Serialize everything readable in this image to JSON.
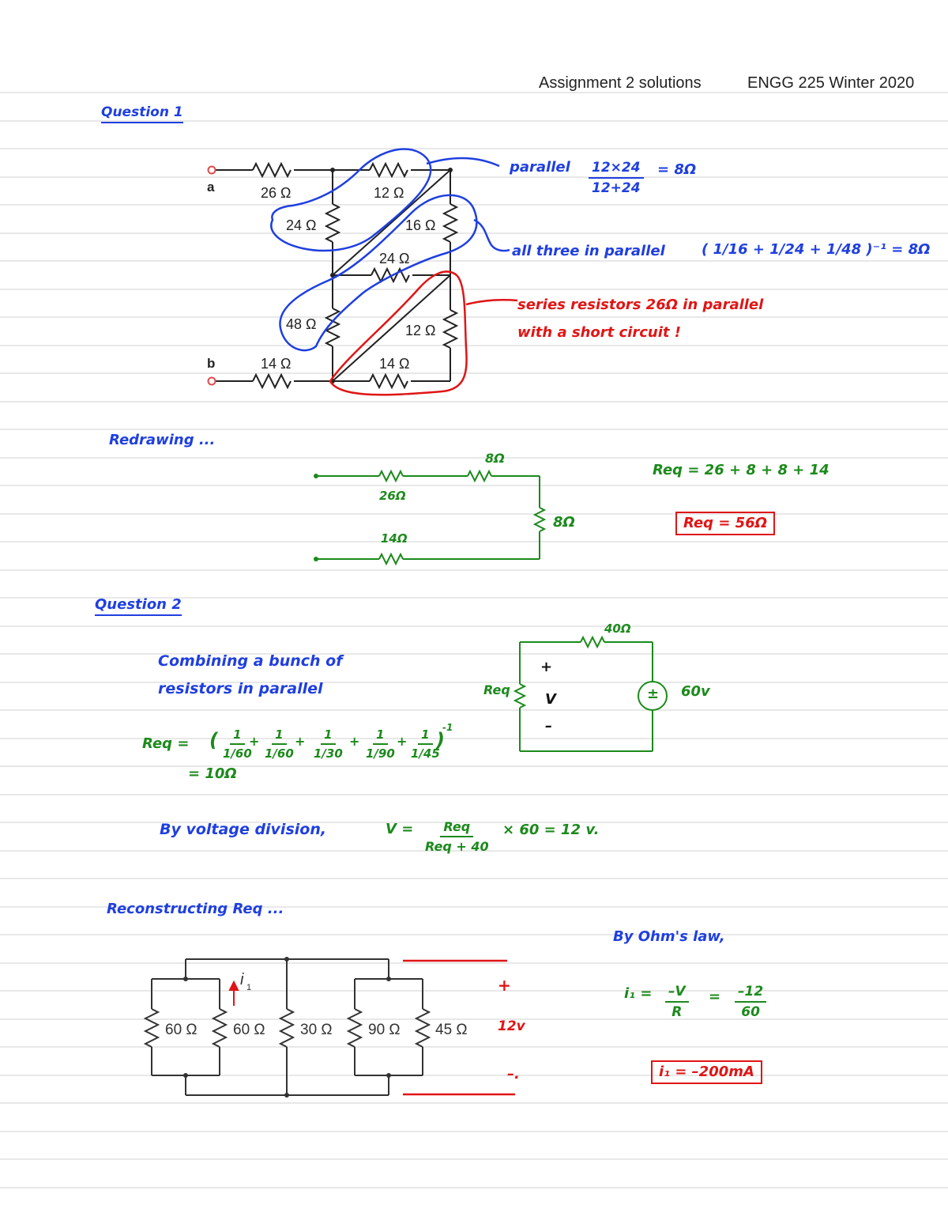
{
  "header": {
    "assignment": "Assignment 2 solutions",
    "course": "ENGG 225 Winter 2020"
  },
  "question1": {
    "title": "Question 1",
    "figure": {
      "node_a": "a",
      "node_b": "b",
      "r26": "26 Ω",
      "r12_top": "12 Ω",
      "r24_left": "24 Ω",
      "r16": "16 Ω",
      "r24_mid": "24 Ω",
      "r48": "48 Ω",
      "r12_right": "12 Ω",
      "r14_left": "14 Ω",
      "r14_right": "14 Ω"
    },
    "note_parallel": "parallel",
    "note_parallel_num": "12×24",
    "note_parallel_den": "12+24",
    "note_parallel_result": "=   8Ω",
    "note_three": "all three in parallel",
    "note_three_expr": "( 1/16 + 1/24 + 1/48 )⁻¹ = 8Ω",
    "note_series_1": "series resistors 26Ω in parallel",
    "note_series_2": "with a short circuit !",
    "redrawing": "Redrawing ...",
    "redraw_r26": "26Ω",
    "redraw_r8_top": "8Ω",
    "redraw_r8_right": "8Ω",
    "redraw_r14": "14Ω",
    "req_sum": "Req = 26 + 8 + 8 + 14",
    "req_result": "Req = 56Ω"
  },
  "question2": {
    "title": "Question 2",
    "combine_1": "Combining a bunch of",
    "combine_2": "resistors in parallel",
    "req_expr_label": "Req =",
    "req_expr_terms": [
      "1/60",
      "1/60",
      "1/30",
      "1/90",
      "1/45"
    ],
    "req_expr_exp": "-1",
    "req_equals": "=   10Ω",
    "circuit_r40": "40Ω",
    "circuit_req": "Req",
    "circuit_plus": "+",
    "circuit_v": "V",
    "circuit_minus": "–",
    "circuit_source": "±",
    "circuit_60v": "60v",
    "voltage_div": "By voltage division,",
    "v_lhs": "V =",
    "v_num": "Req",
    "v_den": "Req + 40",
    "v_rhs": "× 60  =   12 v.",
    "reconstructing": "Reconstructing Req ...",
    "recon": {
      "current_label": "i",
      "current_sub": "1",
      "r1": "60 Ω",
      "r2": "60 Ω",
      "r3": "30 Ω",
      "r4": "90 Ω",
      "r5": "45 Ω"
    },
    "plus": "+",
    "v12": "12v",
    "minus": "–.",
    "ohm": "By Ohm's law,",
    "i1_lhs": "i₁ =",
    "i1_num1": "–V",
    "i1_den1": "R",
    "i1_eq": "=",
    "i1_num2": "–12",
    "i1_den2": "60",
    "i1_result": "i₁ = –200mA"
  }
}
